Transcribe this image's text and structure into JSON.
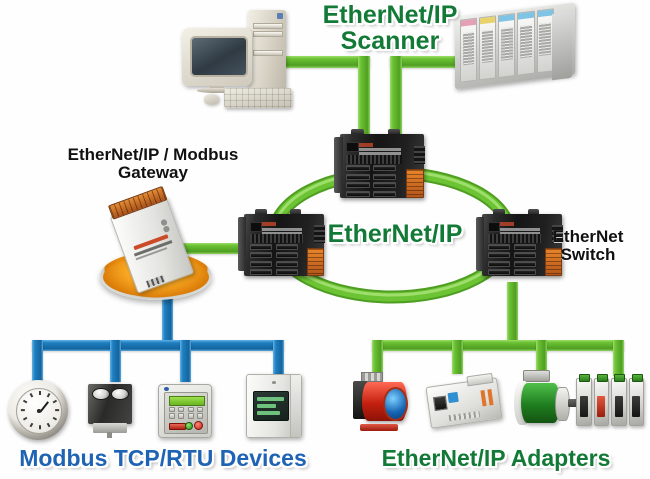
{
  "diagram": {
    "title": "EtherNet/IP to Modbus network topology",
    "background": "#ffffff",
    "colors": {
      "ethernet_green": "#6cc334",
      "modbus_blue": "#1f7fc0",
      "label_green": "#127a36",
      "label_blue": "#1f63b4",
      "label_black": "#111111",
      "terminal_orange": "#e8852a",
      "pedestal_orange": "#f59b14"
    }
  },
  "labels": {
    "scanner": "EtherNet/IP\nScanner",
    "gateway": "EtherNet/IP / Modbus\nGateway",
    "network_ring": "EtherNet/IP",
    "switch": "EtherNet\nSwitch",
    "modbus_devices": "Modbus TCP/RTU Devices",
    "ethernetip_adapters": "EtherNet/IP Adapters"
  },
  "nodes": {
    "workstation": {
      "name": "workstation-pc",
      "type": "desktop-computer",
      "parts": [
        "crt-monitor",
        "tower",
        "keyboard",
        "mouse"
      ]
    },
    "plc": {
      "name": "plc-rack",
      "type": "programmable-logic-controller",
      "module_count": 5
    },
    "switch_top": {
      "name": "ethernet-switch-top",
      "type": "industrial-managed-switch",
      "port_count": 8
    },
    "switch_left": {
      "name": "ethernet-switch-left",
      "type": "industrial-managed-switch",
      "port_count": 8
    },
    "switch_right": {
      "name": "ethernet-switch-right",
      "type": "industrial-managed-switch",
      "port_count": 8
    },
    "gateway": {
      "name": "ethernetip-modbus-gateway",
      "type": "protocol-converter"
    }
  },
  "modbus_devices": [
    {
      "name": "analog-gauge-meter",
      "type": "pressure-gauge"
    },
    {
      "name": "photoelectric-sensor",
      "type": "sensor"
    },
    {
      "name": "operator-panel",
      "type": "hmi-keypad-panel"
    },
    {
      "name": "power-meter",
      "type": "digital-power-meter"
    }
  ],
  "ethernetip_adapters": [
    {
      "name": "explosion-proof-camera",
      "type": "industrial-camera"
    },
    {
      "name": "remote-io-block",
      "type": "distributed-io-module"
    },
    {
      "name": "rotary-encoder",
      "type": "encoder"
    },
    {
      "name": "motor-starter-bank",
      "type": "circuit-breaker-bank"
    }
  ],
  "connections": [
    {
      "from": "workstation",
      "to": "switch_top",
      "medium": "ethernet",
      "color": "#6cc334"
    },
    {
      "from": "plc",
      "to": "switch_top",
      "medium": "ethernet",
      "color": "#6cc334"
    },
    {
      "from": "switch_top",
      "to": "switch_left",
      "medium": "ethernet-ring",
      "color": "#6cc334"
    },
    {
      "from": "switch_top",
      "to": "switch_right",
      "medium": "ethernet-ring",
      "color": "#6cc334"
    },
    {
      "from": "switch_left",
      "to": "switch_right",
      "medium": "ethernet-ring",
      "color": "#6cc334"
    },
    {
      "from": "switch_left",
      "to": "gateway",
      "medium": "ethernet",
      "color": "#6cc334"
    },
    {
      "from": "gateway",
      "to": "modbus_devices",
      "medium": "modbus",
      "color": "#1f7fc0"
    },
    {
      "from": "switch_right",
      "to": "ethernetip_adapters",
      "medium": "ethernet",
      "color": "#6cc334"
    }
  ]
}
